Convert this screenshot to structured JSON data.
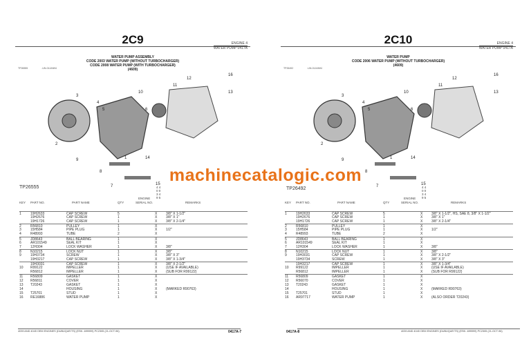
{
  "watermark": "machinecatalogic.com",
  "table_headers": {
    "key": "KEY",
    "part_no": "PART NO.",
    "part_name": "PART NAME",
    "qty": "QTY",
    "engine": "ENGINE",
    "serial": "SERIAL NO.",
    "serial_cols": [
      "4 4",
      "0 0",
      "3 4",
      "9 5"
    ],
    "remarks": "REMARKS"
  },
  "left": {
    "title": "2C9",
    "section": "ENGINE    4",
    "subsection": "WATER PUMP  0417A",
    "header": [
      "WATER PUMP ASSEMBLY",
      "CODE 2003     WATER PUMP (WITHOUT TURBOCHARGER)",
      "CODE 2008     WATER PUMP (WITH TURBOCHARGER)",
      "(4609)"
    ],
    "fig_id": "TP26555",
    "fig_date": "-UN-01JAN94",
    "photo_label": "TP26555",
    "callouts": [
      "1",
      "2",
      "3",
      "4",
      "5",
      "6",
      "7",
      "8",
      "9",
      "10",
      "11",
      "12",
      "13",
      "14",
      "15",
      "16"
    ],
    "rows": [
      {
        "key": "1",
        "part": "19H2633",
        "name": "CAP SCREW",
        "qty": "5",
        "x": "X",
        "rem": "3/8\" X 1-1/2\"",
        "sep": true
      },
      {
        "key": "",
        "part": "19H2676",
        "name": "CAP SCREW",
        "qty": "1",
        "x": "X",
        "rem": "3/8\" X 1\""
      },
      {
        "key": "",
        "part": "19H1726",
        "name": "CAP SCREW",
        "qty": "1",
        "x": "X",
        "rem": "3/8\" X 2-1/4\""
      },
      {
        "key": "2",
        "part": "R56810",
        "name": "PULLEY",
        "qty": "1",
        "x": "X",
        "rem": "",
        "sep": true
      },
      {
        "key": "3",
        "part": "15H584",
        "name": "PIPE PLUG",
        "qty": "1",
        "x": "X",
        "rem": "1/2\""
      },
      {
        "key": "4",
        "part": "R48993",
        "name": "TUBE",
        "qty": "2",
        "x": "X",
        "rem": ""
      },
      {
        "key": "5",
        "part": "JD8643",
        "name": "BALL BEARING",
        "qty": "1",
        "x": "X",
        "rem": "",
        "sep": true
      },
      {
        "key": "6",
        "part": "AR101549",
        "name": "SEAL KIT",
        "qty": "1",
        "x": "X",
        "rem": ""
      },
      {
        "key": "7",
        "part": "12H304",
        "name": "LOCK WASHER",
        "qty": "1",
        "x": "X",
        "rem": "3/8\""
      },
      {
        "key": "8",
        "part": "N10215",
        "name": "LOCK NUT",
        "qty": "1",
        "x": "X",
        "rem": "3/8\"",
        "sep": true
      },
      {
        "key": "9",
        "part": "19H3734",
        "name": "SCREW",
        "qty": "1",
        "x": "X",
        "rem": "3/8\" X 3\""
      },
      {
        "key": "",
        "part": "19H3217",
        "name": "CAP SCREW",
        "qty": "1",
        "x": "X",
        "rem": "3/8\" X 1-3/4\""
      },
      {
        "key": "",
        "part": "19H3031",
        "name": "CAP SCREW",
        "qty": "1",
        "x": "X",
        "rem": "3/8\" X 2-1/2\"",
        "sep": true
      },
      {
        "key": "10",
        "part": "R99122",
        "name": "IMPELLER",
        "qty": "1",
        "x": "X",
        "rem": "(USE IF AVAILABLE)"
      },
      {
        "key": "",
        "part": "R56812",
        "name": "IMPELLER",
        "qty": "1",
        "x": "X",
        "rem": "(SUB FOR R99122)"
      },
      {
        "key": "11",
        "part": "R56809",
        "name": "GASKET",
        "qty": "1",
        "x": "X",
        "rem": "",
        "sep": true
      },
      {
        "key": "12",
        "part": "R56811",
        "name": "COVER",
        "qty": "1",
        "x": "X",
        "rem": ""
      },
      {
        "key": "13",
        "part": "T20243",
        "name": "GASKET",
        "qty": "1",
        "x": "X",
        "rem": ""
      },
      {
        "key": "14",
        "part": "",
        "name": "HOUSING",
        "qty": "1",
        "x": "X",
        "rem": "(MARKED R90763)"
      },
      {
        "key": "15",
        "part": "T25701",
        "name": "STUD",
        "qty": "1",
        "x": "X",
        "rem": ""
      },
      {
        "key": "16",
        "part": "RE16886",
        "name": "WATER PUMP",
        "qty": "1",
        "x": "X",
        "rem": ""
      }
    ],
    "footer": "4039 AND 4045 OEM ENGINES (DUBUQUE/TS) (ESN     -699999)   PC2305    (21-OCT-96)",
    "page": "0417A-7"
  },
  "right": {
    "title": "2C10",
    "section": "ENGINE    4",
    "subsection": "WATER PUMP  0417A",
    "header": [
      "WATER PUMP",
      "CODE 2006     WATER PUMP (WITHOUT TURBOCHARGER)",
      "(4609)"
    ],
    "fig_id": "TP26492",
    "fig_date": "-UN-01JAN94",
    "photo_label": "TP26492",
    "callouts": [
      "1",
      "2",
      "3",
      "4",
      "5",
      "6",
      "7",
      "8",
      "9",
      "10",
      "11",
      "12",
      "13",
      "14",
      "15",
      "16"
    ],
    "rows": [
      {
        "key": "1",
        "part": "19H2633",
        "name": "CAP SCREW",
        "qty": "5",
        "x": "X",
        "rem": "3/8\" X 1-1/2\", HS, SAE 8, 3/8\" X 1-1/2\"",
        "sep": true
      },
      {
        "key": "",
        "part": "19H2676",
        "name": "CAP SCREW",
        "qty": "1",
        "x": "X",
        "rem": "3/8\" X 1\""
      },
      {
        "key": "",
        "part": "19H1726",
        "name": "CAP SCREW",
        "qty": "1",
        "x": "X",
        "rem": "3/8\" X 2-1/4\""
      },
      {
        "key": "2",
        "part": "R56810",
        "name": "PULLEY",
        "qty": "1",
        "x": "X",
        "rem": "",
        "sep": true
      },
      {
        "key": "3",
        "part": "15H584",
        "name": "PIPE PLUG",
        "qty": "1",
        "x": "X",
        "rem": "1/2\""
      },
      {
        "key": "4",
        "part": "R48993",
        "name": "TUBE",
        "qty": "2",
        "x": "X",
        "rem": ""
      },
      {
        "key": "5",
        "part": "JD8643",
        "name": "BALL BEARING",
        "qty": "1",
        "x": "X",
        "rem": "",
        "sep": true
      },
      {
        "key": "6",
        "part": "AR101549",
        "name": "SEAL KIT",
        "qty": "1",
        "x": "X",
        "rem": ""
      },
      {
        "key": "7",
        "part": "12H304",
        "name": "LOCK WASHER",
        "qty": "1",
        "x": "X",
        "rem": "3/8\""
      },
      {
        "key": "8",
        "part": "N10215",
        "name": "LOCK NUT",
        "qty": "1",
        "x": "X",
        "rem": "3/8\"",
        "sep": true
      },
      {
        "key": "9",
        "part": "19H3031",
        "name": "CAP SCREW",
        "qty": "1",
        "x": "X",
        "rem": "3/8\" X 2-1/2\""
      },
      {
        "key": "",
        "part": "19H3734",
        "name": "SCREW",
        "qty": "1",
        "x": "X",
        "rem": "3/8\" X 3\""
      },
      {
        "key": "",
        "part": "19H3217",
        "name": "CAP SCREW",
        "qty": "1",
        "x": "X",
        "rem": "3/8\" X 1-3/4\"",
        "sep": true
      },
      {
        "key": "10",
        "part": "R99122",
        "name": "IMPELLER",
        "qty": "1",
        "x": "X",
        "rem": "(USE IF AVAILABLE)"
      },
      {
        "key": "",
        "part": "R56812",
        "name": "IMPELLER",
        "qty": "1",
        "x": "X",
        "rem": "(SUB FOR R99122)"
      },
      {
        "key": "11",
        "part": "R56809",
        "name": "GASKET",
        "qty": "1",
        "x": "X",
        "rem": "",
        "sep": true
      },
      {
        "key": "12",
        "part": "R56070",
        "name": "COVER",
        "qty": "1",
        "x": "X",
        "rem": ""
      },
      {
        "key": "13",
        "part": "T20243",
        "name": "GASKET",
        "qty": "1",
        "x": "X",
        "rem": ""
      },
      {
        "key": "14",
        "part": "",
        "name": "HOUSING",
        "qty": "1",
        "x": "X",
        "rem": "(MARKED R90763)"
      },
      {
        "key": "15",
        "part": "T25701",
        "name": "STUD",
        "qty": "1",
        "x": "X",
        "rem": ""
      },
      {
        "key": "16",
        "part": "AR97717",
        "name": "WATER PUMP",
        "qty": "1",
        "x": "X",
        "rem": "(ALSO ORDER T20243)"
      }
    ],
    "footer": "4039 AND 4045 OEM ENGINES (DUBUQUE/TS) (ESN     -699999)   PC2305    (21-OCT-96)",
    "page": "0417A-8"
  }
}
